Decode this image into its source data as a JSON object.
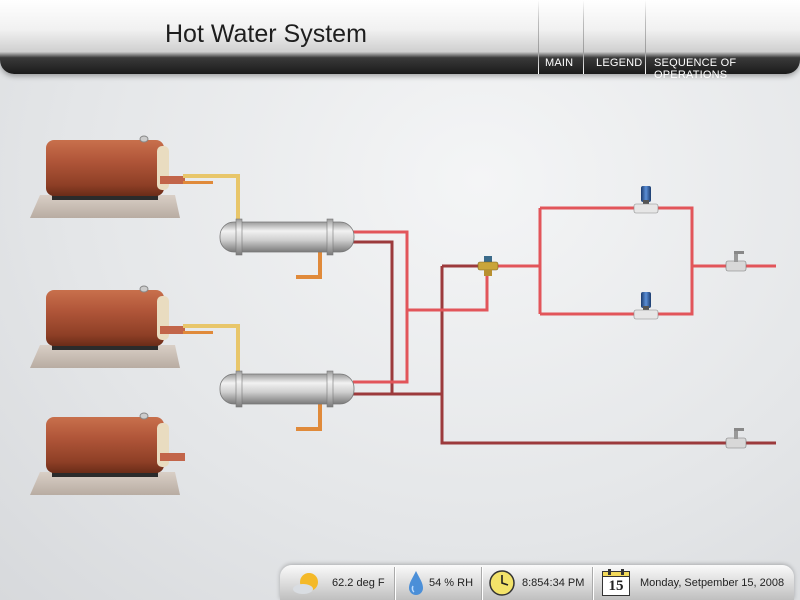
{
  "header": {
    "title": "Hot Water System",
    "nav": [
      "MAIN",
      "LEGEND",
      "SEQUENCE OF OPERATIONS"
    ]
  },
  "footer": {
    "temperature": "62.2 deg F",
    "humidity": "54 % RH",
    "time": "8:854:34 PM",
    "calendar_day": "15",
    "date": "Monday, Setpember 15, 2008"
  },
  "colors": {
    "hot_pipe": "#e2555a",
    "return_pipe": "#9c3a3c",
    "supply_pipe": "#e8c66a",
    "copper_pipe": "#e08a3a",
    "boiler": "#a5482a"
  },
  "icons": {
    "temperature": "sun-cloud-icon",
    "humidity": "water-drop-icon",
    "time": "clock-icon",
    "date": "calendar-icon"
  }
}
